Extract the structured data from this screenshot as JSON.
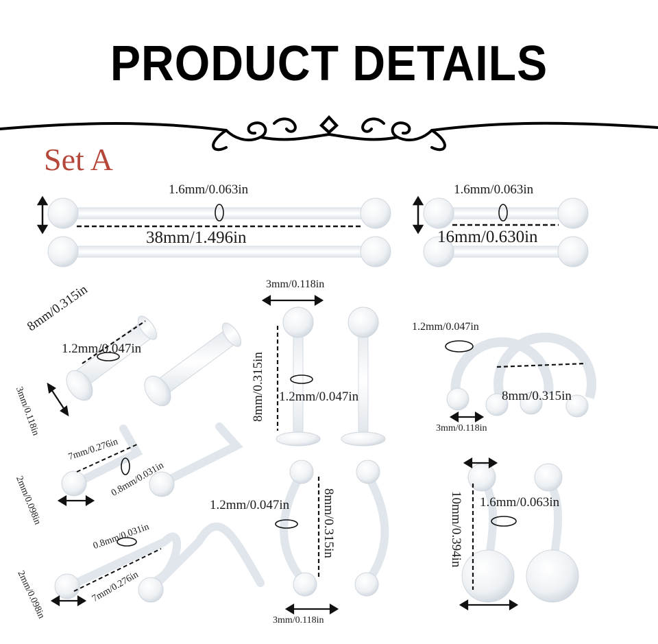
{
  "header": {
    "title": "PRODUCT DETAILS",
    "set_label": "Set A"
  },
  "colors": {
    "title": "#000000",
    "set_label": "#b5473a",
    "product": "#e9edf1",
    "line": "#111111"
  },
  "icons": [
    "ornament-divider-icon",
    "dimension-arrow-icon"
  ],
  "dimensions": {
    "barbell_long_gauge": "1.6mm/0.063in",
    "barbell_long_length": "38mm/1.496in",
    "barbell_short_gauge": "1.6mm/0.063in",
    "barbell_short_length": "16mm/0.630in",
    "flat_length": "8mm/0.315in",
    "flat_gauge": "1.2mm/0.047in",
    "flat_disc": "3mm/0.118in",
    "labret_ball": "3mm/0.118in",
    "labret_length": "8mm/0.315in",
    "labret_gauge": "1.2mm/0.047in",
    "horseshoe_gauge": "1.2mm/0.047in",
    "horseshoe_diameter": "8mm/0.315in",
    "horseshoe_ball": "3mm/0.118in",
    "nose_l_length": "7mm/0.276in",
    "nose_l_gauge": "0.8mm/0.031in",
    "nose_l_ball": "2mm/0.098in",
    "nose_screw_gauge": "0.8mm/0.031in",
    "nose_screw_length": "7mm/0.276in",
    "nose_screw_ball": "2mm/0.098in",
    "curved_gauge": "1.2mm/0.047in",
    "curved_length": "8mm/0.315in",
    "curved_ball": "3mm/0.118in",
    "belly_length": "10mm/0.394in",
    "belly_gauge": "1.6mm/0.063in"
  }
}
